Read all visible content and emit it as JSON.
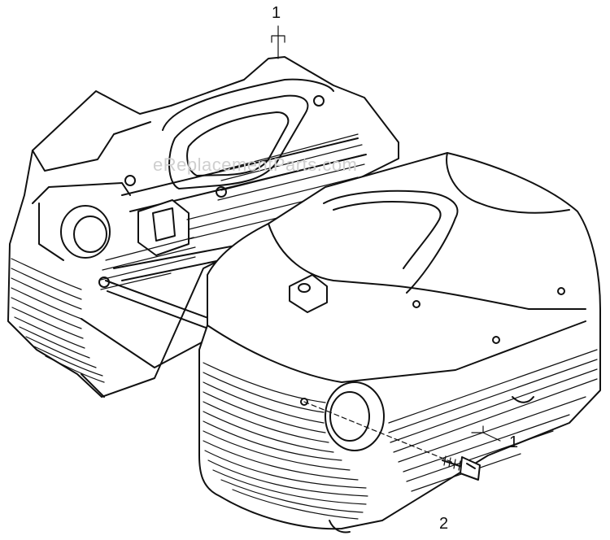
{
  "watermark": "eReplacementParts.com",
  "callouts": {
    "top_housing": "1",
    "right_housing": "1",
    "screw": "2"
  },
  "parts": [
    {
      "callout": "1",
      "part": "rear-housing-half"
    },
    {
      "callout": "1",
      "part": "front-housing-half"
    },
    {
      "callout": "2",
      "part": "screw"
    }
  ]
}
